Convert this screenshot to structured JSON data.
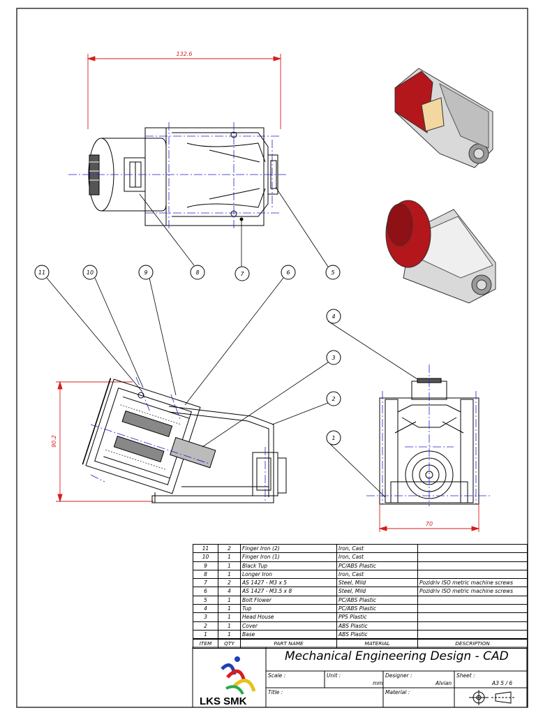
{
  "dimensions": {
    "top_width": "132.6",
    "left_height": "90.2",
    "right_width": "70"
  },
  "balloons": [
    "11",
    "10",
    "9",
    "8",
    "7",
    "6",
    "5",
    "4",
    "3",
    "2",
    "1"
  ],
  "bom": {
    "headers": {
      "item": "ITEM",
      "qty": "QTY",
      "part": "PART NAME",
      "material": "MATERIAL",
      "description": "DESCRIPTION"
    },
    "rows": [
      {
        "item": "11",
        "qty": "2",
        "part": "Finger Iron (2)",
        "material": "Iron, Cast",
        "description": ""
      },
      {
        "item": "10",
        "qty": "1",
        "part": "Finger Iron (1)",
        "material": "Iron, Cast",
        "description": ""
      },
      {
        "item": "9",
        "qty": "1",
        "part": "Black Tup",
        "material": "PC/ABS Plastic",
        "description": ""
      },
      {
        "item": "8",
        "qty": "1",
        "part": "Longer Iron",
        "material": "Iron, Cast",
        "description": ""
      },
      {
        "item": "7",
        "qty": "2",
        "part": "AS 1427 - M3 x 5",
        "material": "Steel, Mild",
        "description": "Pozidriv ISO metric machine screws"
      },
      {
        "item": "6",
        "qty": "4",
        "part": "AS 1427 - M3.5 x 8",
        "material": "Steel, Mild",
        "description": "Pozidriv ISO metric machine screws"
      },
      {
        "item": "5",
        "qty": "1",
        "part": "Bolt Flower",
        "material": "PC/ABS Plastic",
        "description": ""
      },
      {
        "item": "4",
        "qty": "1",
        "part": "Tup",
        "material": "PC/ABS Plastic",
        "description": ""
      },
      {
        "item": "3",
        "qty": "1",
        "part": "Head House",
        "material": "PPS Plastic",
        "description": ""
      },
      {
        "item": "2",
        "qty": "1",
        "part": "Cover",
        "material": "ABS Plastic",
        "description": ""
      },
      {
        "item": "1",
        "qty": "1",
        "part": "Base",
        "material": "ABS Plastic",
        "description": ""
      }
    ]
  },
  "title_block": {
    "title": "Mechanical Engineering Design - CAD",
    "scale_label": "Scale :",
    "unit_label": "Unit :",
    "unit_value": "mm",
    "designer_label": "Designer :",
    "designer_value": "Alvian",
    "sheet_label": "Sheet :",
    "sheet_value": "A3 5 / 6",
    "title_label": "Title :",
    "material_label": "Material :",
    "logo_text": "LKS SMK"
  },
  "colors": {
    "line": "#000000",
    "centerline": "#1f1fd0",
    "dimension": "#d81c1c",
    "render_red": "#b3161b",
    "render_gray": "#d9d9d9"
  }
}
